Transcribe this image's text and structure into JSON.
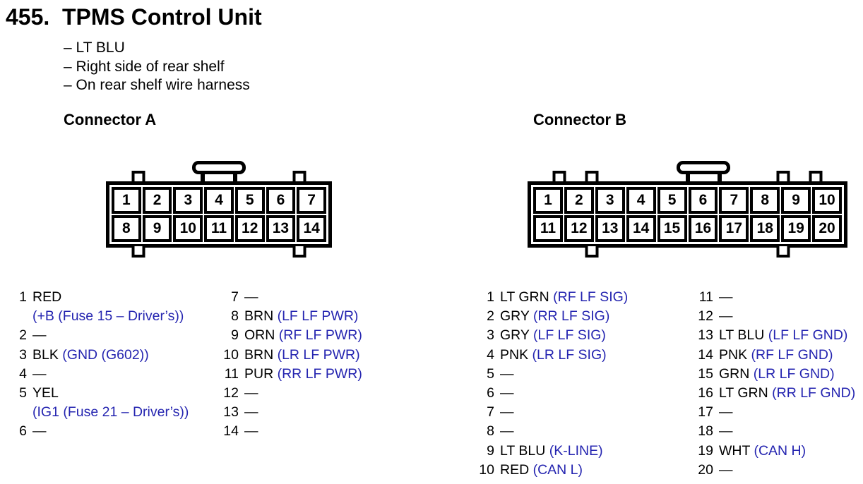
{
  "colors": {
    "text_black": "#000000",
    "function_blue": "#2424b0",
    "background": "#ffffff"
  },
  "header": {
    "number": "455.",
    "title": "TPMS Control Unit",
    "notes": [
      "– LT BLU",
      "– Right side of rear shelf",
      "– On rear shelf wire harness"
    ]
  },
  "connectors": [
    {
      "heading": "Connector A",
      "pin_rows": [
        [
          "1",
          "2",
          "3",
          "4",
          "5",
          "6",
          "7"
        ],
        [
          "8",
          "9",
          "10",
          "11",
          "12",
          "13",
          "14"
        ]
      ],
      "features": {
        "latch_pin": 4,
        "top_tabs": [
          1,
          6
        ],
        "bottom_tabs": [
          1,
          6
        ]
      },
      "pin_columns": [
        [
          {
            "num": "1",
            "wire": "RED",
            "func": "(+B (Fuse 15 – Driver’s))",
            "two_line": true
          },
          {
            "num": "2",
            "wire": "—"
          },
          {
            "num": "3",
            "wire": "BLK",
            "func": "(GND (G602))"
          },
          {
            "num": "4",
            "wire": "—"
          },
          {
            "num": "5",
            "wire": "YEL",
            "func": "(IG1 (Fuse 21 – Driver’s))",
            "two_line": true
          },
          {
            "num": "6",
            "wire": "—"
          }
        ],
        [
          {
            "num": "7",
            "wire": "—"
          },
          {
            "num": "8",
            "wire": "BRN",
            "func": "(LF LF PWR)"
          },
          {
            "num": "9",
            "wire": "ORN",
            "func": "(RF LF PWR)"
          },
          {
            "num": "10",
            "wire": "BRN",
            "func": "(LR LF PWR)"
          },
          {
            "num": "11",
            "wire": "PUR",
            "func": "(RR LF PWR)"
          },
          {
            "num": "12",
            "wire": "—"
          },
          {
            "num": "13",
            "wire": "—"
          },
          {
            "num": "14",
            "wire": "—"
          }
        ]
      ]
    },
    {
      "heading": "Connector B",
      "pin_rows": [
        [
          "1",
          "2",
          "3",
          "4",
          "5",
          "6",
          "7",
          "8",
          "9",
          "10"
        ],
        [
          "11",
          "12",
          "13",
          "14",
          "15",
          "16",
          "17",
          "18",
          "19",
          "20"
        ]
      ],
      "features": {
        "latch_pin": 6,
        "top_tabs": [
          1,
          2,
          8,
          9
        ],
        "bottom_tabs": [
          2,
          8
        ]
      },
      "pin_columns": [
        [
          {
            "num": "1",
            "wire": "LT GRN",
            "func": "(RF LF SIG)"
          },
          {
            "num": "2",
            "wire": "GRY",
            "func": "(RR LF SIG)"
          },
          {
            "num": "3",
            "wire": "GRY",
            "func": "(LF LF SIG)"
          },
          {
            "num": "4",
            "wire": "PNK",
            "func": "(LR LF SIG)"
          },
          {
            "num": "5",
            "wire": "—"
          },
          {
            "num": "6",
            "wire": "—"
          },
          {
            "num": "7",
            "wire": "—"
          },
          {
            "num": "8",
            "wire": "—"
          },
          {
            "num": "9",
            "wire": "LT BLU",
            "func": "(K-LINE)"
          },
          {
            "num": "10",
            "wire": "RED",
            "func": "(CAN L)"
          }
        ],
        [
          {
            "num": "11",
            "wire": "—"
          },
          {
            "num": "12",
            "wire": "—"
          },
          {
            "num": "13",
            "wire": "LT BLU",
            "func": "(LF LF GND)"
          },
          {
            "num": "14",
            "wire": "PNK",
            "func": "(RF LF GND)"
          },
          {
            "num": "15",
            "wire": "GRN",
            "func": "(LR LF GND)"
          },
          {
            "num": "16",
            "wire": "LT GRN",
            "func": "(RR LF GND)"
          },
          {
            "num": "17",
            "wire": "—"
          },
          {
            "num": "18",
            "wire": "—"
          },
          {
            "num": "19",
            "wire": "WHT",
            "func": "(CAN H)"
          },
          {
            "num": "20",
            "wire": "—"
          }
        ]
      ]
    }
  ]
}
